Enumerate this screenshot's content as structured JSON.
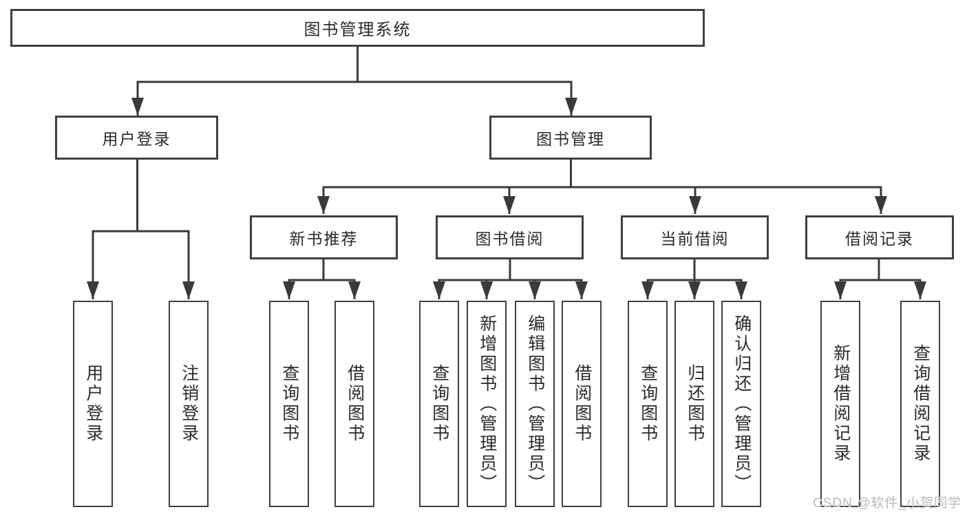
{
  "colors": {
    "background": "#ffffff",
    "line": "#3a3a3a",
    "box_border": "#3f3f3f",
    "text": "#2a2a2a",
    "watermark": "#b8b8b8"
  },
  "tree": {
    "root": {
      "label": "图书管理系统"
    },
    "level2": [
      {
        "label": "用户登录"
      },
      {
        "label": "图书管理"
      }
    ],
    "level3": [
      {
        "label": "新书推荐",
        "parent": "图书管理"
      },
      {
        "label": "图书借阅",
        "parent": "图书管理"
      },
      {
        "label": "当前借阅",
        "parent": "图书管理"
      },
      {
        "label": "借阅记录",
        "parent": "图书管理"
      }
    ],
    "leaves": [
      {
        "label": "用户登录",
        "parent": "用户登录"
      },
      {
        "label": "注销登录",
        "parent": "用户登录"
      },
      {
        "label": "查询图书",
        "parent": "新书推荐"
      },
      {
        "label": "借阅图书",
        "parent": "新书推荐"
      },
      {
        "label": "查询图书",
        "parent": "图书借阅"
      },
      {
        "label": "新增图书（管理员）",
        "parent": "图书借阅"
      },
      {
        "label": "编辑图书（管理员）",
        "parent": "图书借阅"
      },
      {
        "label": "借阅图书",
        "parent": "图书借阅"
      },
      {
        "label": "查询图书",
        "parent": "当前借阅"
      },
      {
        "label": "归还图书",
        "parent": "当前借阅"
      },
      {
        "label": "确认归还（管理员）",
        "parent": "当前借阅"
      },
      {
        "label": "新增借阅记录",
        "parent": "借阅记录"
      },
      {
        "label": "查询借阅记录",
        "parent": "借阅记录"
      }
    ]
  },
  "watermark": {
    "text": "CSDN @软件_小贺同学"
  }
}
